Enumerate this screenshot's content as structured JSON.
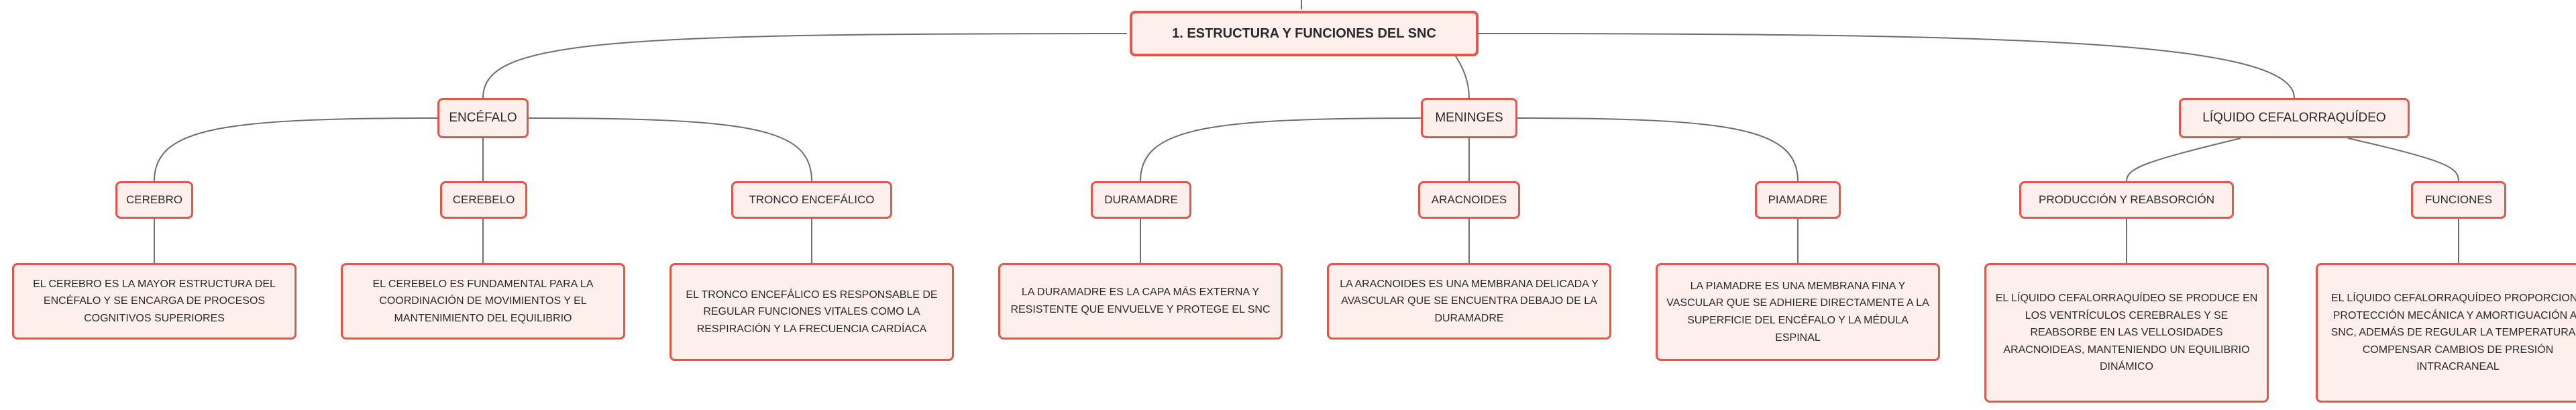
{
  "colors": {
    "accent": "#e2574c",
    "fill": "#fdf0ec",
    "line": "#6e6e6e"
  },
  "root": {
    "label": "1. ESTRUCTURA Y FUNCIONES DEL SNC"
  },
  "sections": [
    {
      "label": "ENCÉFALO",
      "children": [
        {
          "label": "CEREBRO",
          "text": "EL CEREBRO ES LA MAYOR ESTRUCTURA DEL ENCÉFALO Y SE ENCARGA DE PROCESOS COGNITIVOS SUPERIORES"
        },
        {
          "label": "CEREBELO",
          "text": "EL CEREBELO ES FUNDAMENTAL PARA LA COORDINACIÓN DE MOVIMIENTOS Y EL MANTENIMIENTO DEL EQUILIBRIO"
        },
        {
          "label": "TRONCO ENCEFÁLICO",
          "text": "EL TRONCO ENCEFÁLICO ES RESPONSABLE DE REGULAR FUNCIONES VITALES COMO LA RESPIRACIÓN Y LA FRECUENCIA CARDÍACA"
        }
      ]
    },
    {
      "label": "MENINGES",
      "children": [
        {
          "label": "DURAMADRE",
          "text": "LA DURAMADRE ES LA CAPA MÁS EXTERNA Y RESISTENTE QUE ENVUELVE Y PROTEGE EL SNC"
        },
        {
          "label": "ARACNOIDES",
          "text": "LA ARACNOIDES ES UNA MEMBRANA DELICADA Y AVASCULAR QUE SE ENCUENTRA DEBAJO DE LA DURAMADRE"
        },
        {
          "label": "PIAMADRE",
          "text": "LA PIAMADRE ES UNA MEMBRANA FINA Y VASCULAR QUE SE ADHIERE DIRECTAMENTE A LA SUPERFICIE DEL ENCÉFALO Y LA MÉDULA ESPINAL"
        }
      ]
    },
    {
      "label": "LÍQUIDO CEFALORRAQUÍDEO",
      "children": [
        {
          "label": "PRODUCCIÓN Y REABSORCIÓN",
          "text": "EL LÍQUIDO CEFALORRAQUÍDEO SE PRODUCE EN LOS VENTRÍCULOS CEREBRALES Y SE REABSORBE EN LAS VELLOSIDADES ARACNOIDEAS, MANTENIENDO UN EQUILIBRIO DINÁMICO"
        },
        {
          "label": "FUNCIONES",
          "text": "EL LÍQUIDO CEFALORRAQUÍDEO PROPORCIONA PROTECCIÓN MECÁNICA Y AMORTIGUACIÓN AL SNC, ADEMÁS DE REGULAR LA TEMPERATURA Y COMPENSAR CAMBIOS DE PRESIÓN INTRACRANEAL"
        }
      ]
    }
  ]
}
